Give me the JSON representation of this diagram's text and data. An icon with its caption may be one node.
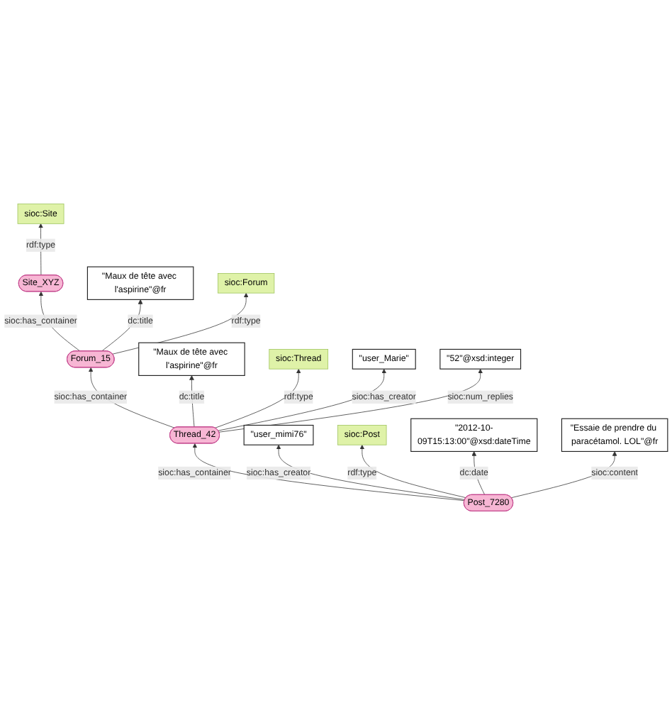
{
  "diagram": {
    "nodes": [
      {
        "text": [
          "Site_XYZ"
        ]
      },
      {
        "text": [
          "sioc:Site"
        ]
      },
      {
        "text": [
          "\"Maux de tête avec l'aspirine\"@fr"
        ]
      },
      {
        "text": [
          "Forum_15"
        ]
      },
      {
        "text": [
          "sioc:Forum"
        ]
      },
      {
        "text": [
          "\"Maux de tête avec l'aspirine\"@fr"
        ]
      },
      {
        "text": [
          "Thread_42"
        ]
      },
      {
        "text": [
          "sioc:Thread"
        ]
      },
      {
        "text": [
          "\"user_Marie\""
        ]
      },
      {
        "text": [
          "\"52\"@xsd:integer"
        ]
      },
      {
        "text": [
          "\"user_mimi76\""
        ]
      },
      {
        "text": [
          "Post_7280"
        ]
      },
      {
        "text": [
          "sioc:Post"
        ]
      },
      {
        "text": [
          "\"2012-10-09T15:13:00\"@xsd:dateTime"
        ]
      },
      {
        "text": [
          "\"Essaie de prendre du paracétamol. LOL\"@fr"
        ]
      }
    ],
    "edges": [
      {
        "from": 0,
        "to": 1,
        "arrow": "to",
        "label": "rdf:type"
      },
      {
        "from": 3,
        "to": 0,
        "arrow": "to",
        "label": "sioc:has_container"
      },
      {
        "from": 3,
        "to": 2,
        "arrow": "to",
        "label": "dc:title"
      },
      {
        "from": 3,
        "to": 4,
        "arrow": "to",
        "label": "rdf:type"
      },
      {
        "from": 6,
        "to": 3,
        "arrow": "to",
        "label": "sioc:has_container"
      },
      {
        "from": 6,
        "to": 5,
        "arrow": "to",
        "label": "dc:title"
      },
      {
        "from": 6,
        "to": 7,
        "arrow": "to",
        "label": "rdf:type"
      },
      {
        "from": 6,
        "to": 8,
        "arrow": "to",
        "label": "sioc:has_creator"
      },
      {
        "from": 6,
        "to": 9,
        "arrow": "to",
        "label": "sioc:num_replies"
      },
      {
        "from": 11,
        "to": 6,
        "arrow": "to",
        "label": "sioc:has_container"
      },
      {
        "from": 11,
        "to": 10,
        "arrow": "to",
        "label": "sioc:has_creator"
      },
      {
        "from": 11,
        "to": 12,
        "arrow": "to",
        "label": "rdf:type"
      },
      {
        "from": 11,
        "to": 13,
        "arrow": "to",
        "label": "dc:date"
      },
      {
        "from": 11,
        "to": 14,
        "arrow": "to",
        "label": "sioc:content"
      }
    ]
  }
}
